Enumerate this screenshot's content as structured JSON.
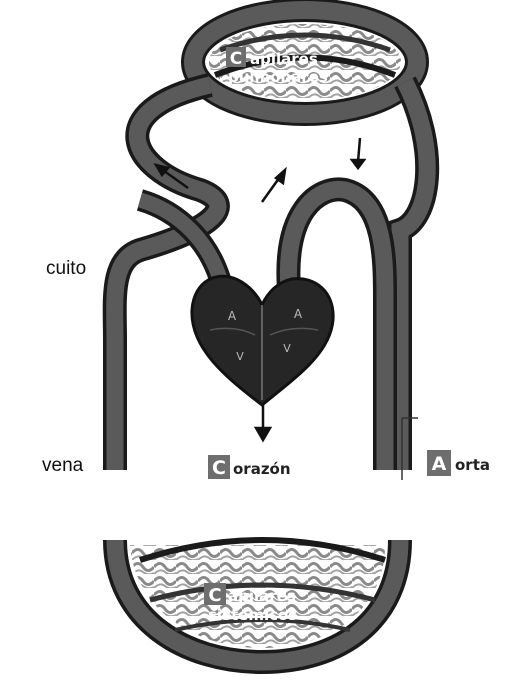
{
  "labels": {
    "capilares_pulmonares": {
      "initial": "C",
      "line1": "apilares",
      "line2": "pulmonares"
    },
    "corazon": {
      "initial": "C",
      "rest": "orazón"
    },
    "aorta": {
      "initial": "A",
      "rest": "orta"
    },
    "capilares_sistemicos": {
      "initial": "C",
      "line1": "apilares",
      "line2": "sistémicos"
    },
    "heart_atrium_left": "A",
    "heart_ventricle_left": "V",
    "heart_atrium_right": "A",
    "heart_ventricle_right": "V"
  },
  "side_text": {
    "circuito_fragment": "cuito",
    "vena": "vena"
  },
  "colors": {
    "vessel_fill": "#5a5a5a",
    "vessel_outline": "#1a1a1a",
    "heart_fill": "#262626",
    "label_box": "#6e6e6e"
  }
}
